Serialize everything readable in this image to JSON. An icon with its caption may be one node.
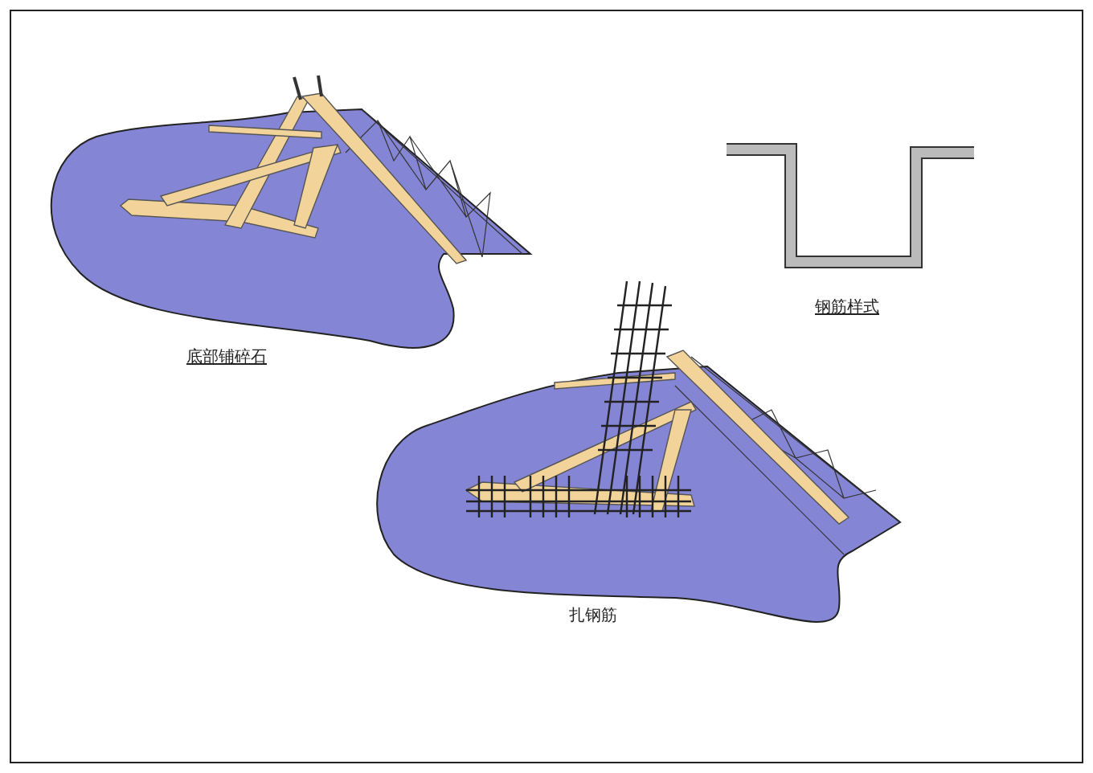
{
  "diagram": {
    "labels": [
      "底部铺碎石",
      "钢筋样式",
      "扎钢筋"
    ]
  }
}
